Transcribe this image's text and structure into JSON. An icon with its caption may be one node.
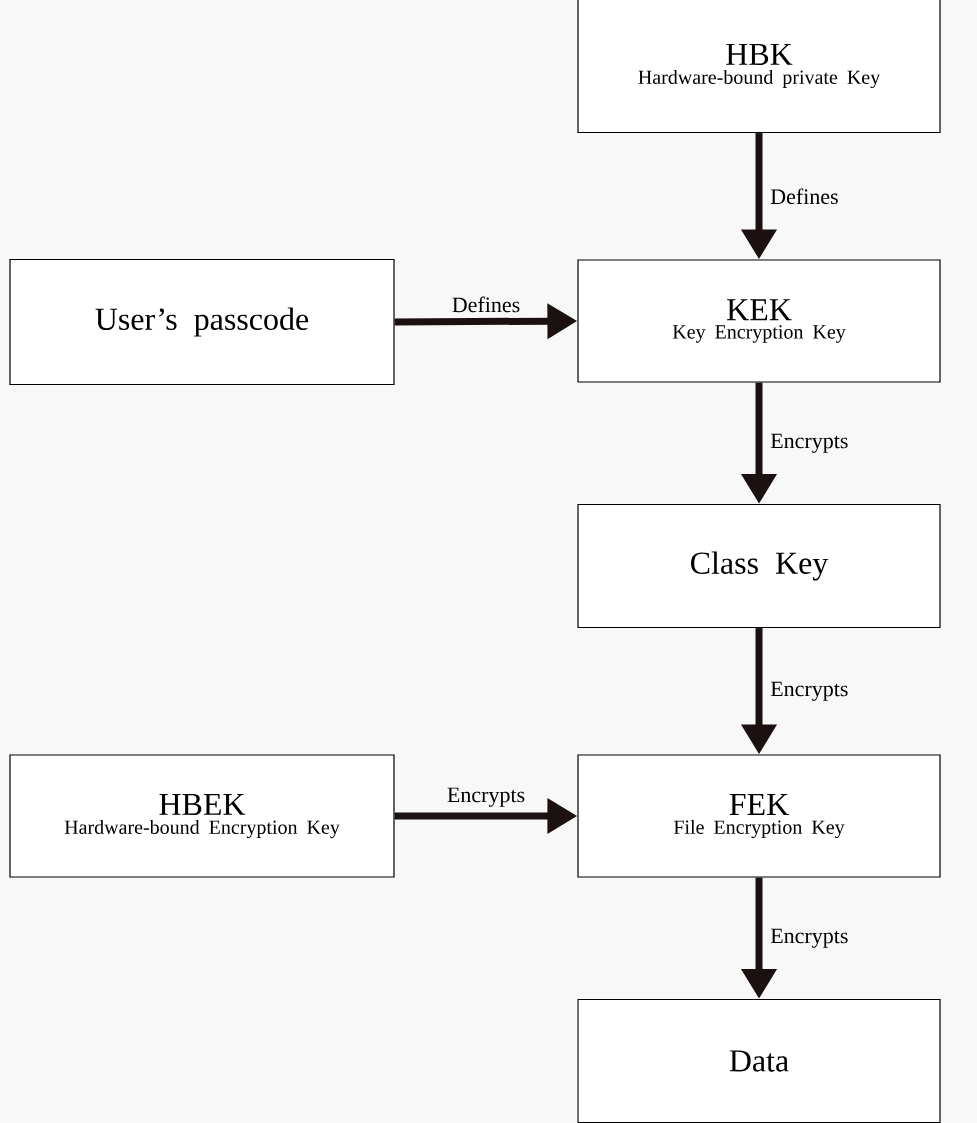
{
  "diagram": {
    "nodes": [
      {
        "text": [
          "HBK",
          "Hardware-bound private Key"
        ]
      },
      {
        "text": [
          "User’s passcode"
        ]
      },
      {
        "text": [
          "KEK",
          "Key Encryption Key"
        ]
      },
      {
        "text": [
          "Class Key"
        ]
      },
      {
        "text": [
          "HBEK",
          "Hardware-bound Encryption Key"
        ]
      },
      {
        "text": [
          "FEK",
          "File Encryption Key"
        ]
      },
      {
        "text": [
          "Data"
        ]
      }
    ],
    "edges": [
      {
        "from": 0,
        "to": 2,
        "arrow": "to",
        "label": "Defines"
      },
      {
        "from": 1,
        "to": 2,
        "arrow": "to",
        "label": "Defines"
      },
      {
        "from": 2,
        "to": 3,
        "arrow": "to",
        "label": "Encrypts"
      },
      {
        "from": 3,
        "to": 5,
        "arrow": "to",
        "label": "Encrypts"
      },
      {
        "from": 4,
        "to": 5,
        "arrow": "to",
        "label": "Encrypts"
      },
      {
        "from": 5,
        "to": 6,
        "arrow": "to",
        "label": "Encrypts"
      }
    ]
  }
}
